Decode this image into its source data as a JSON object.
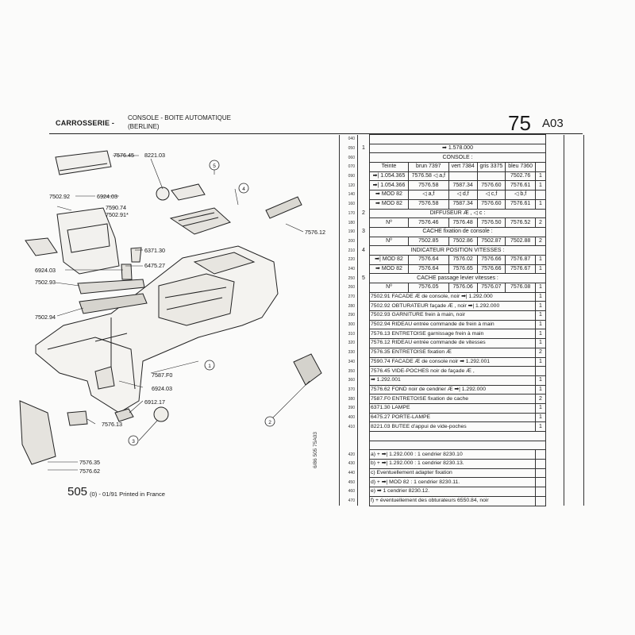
{
  "header": {
    "section": "CARROSSERIE -",
    "subtitle_1": "CONSOLE - BOITE AUTOMATIQUE",
    "subtitle_2": "(BERLINE)",
    "group": "75",
    "page": "A03"
  },
  "diagram": {
    "callouts": [
      {
        "num": "5"
      },
      {
        "num": "4"
      },
      {
        "num": "1"
      },
      {
        "num": "2"
      },
      {
        "num": "3"
      }
    ],
    "labels": [
      "7576.45",
      "8221.03",
      "7502.92",
      "6924.03",
      "7590.74",
      "7502.91*",
      "6371.30",
      "6475.27",
      "6924.03",
      "7502.93",
      "7502.94",
      "7576.12",
      "7587.F0",
      "6924.03",
      "6912.17",
      "7576.13",
      "7576.35",
      "7576.62"
    ]
  },
  "footer": {
    "model": "505",
    "print": "(0) - 01/91 Printed in France",
    "vertical_note": "6/86  505  75A03"
  },
  "rows": [
    {
      "ln": "040",
      "it": "",
      "type": "plain",
      "text": "",
      "f": "",
      "g": ""
    },
    {
      "ln": "050",
      "it": "1",
      "type": "span",
      "text": "➡ 1.578.000",
      "f": "",
      "g": ""
    },
    {
      "ln": "060",
      "it": "",
      "type": "span",
      "text": "CONSOLE :",
      "f": "",
      "g": ""
    },
    {
      "ln": "070",
      "it": "",
      "type": "cells",
      "cells": [
        "Teinte",
        "brun 7397",
        "vert 7384",
        "gris 3375",
        "bleu 7360"
      ],
      "q": "",
      "f": "",
      "g": ""
    },
    {
      "ln": "090",
      "it": "",
      "type": "cells",
      "cells": [
        "➡| 1.054.365",
        "7576.58 ◁ a,f",
        "",
        "",
        "7502.76"
      ],
      "q": "1",
      "f": "",
      "g": ""
    },
    {
      "ln": "120",
      "it": "",
      "type": "cells",
      "cells": [
        "➡| 1.054.366",
        "7576.58",
        "7587.34",
        "7576.60",
        "7576.61"
      ],
      "q": "1",
      "f": "",
      "g": ""
    },
    {
      "ln": "140",
      "it": "",
      "type": "cells",
      "cells": [
        "➡ MOD 82",
        "◁ a,f",
        "◁ d,f",
        "◁ c,f",
        "◁ b,f"
      ],
      "q": "",
      "f": "",
      "g": ""
    },
    {
      "ln": "160",
      "it": "",
      "type": "cells",
      "cells": [
        "➡ MOD 82",
        "7576.58",
        "7587.34",
        "7576.60",
        "7576.61"
      ],
      "q": "1",
      "f": "",
      "g": ""
    },
    {
      "ln": "170",
      "it": "2",
      "type": "span",
      "text": "DIFFUSEUR Æ , ◁ c :",
      "f": "",
      "g": ""
    },
    {
      "ln": "180",
      "it": "",
      "type": "cells",
      "cells": [
        "Nº",
        "7576.46",
        "7576.48",
        "7576.50",
        "7576.52"
      ],
      "q": "2",
      "f": "",
      "g": ""
    },
    {
      "ln": "190",
      "it": "3",
      "type": "span",
      "text": "CACHE fixation de console :",
      "f": "",
      "g": ""
    },
    {
      "ln": "200",
      "it": "",
      "type": "cells",
      "cells": [
        "Nº",
        "7502.85",
        "7502.86",
        "7502.87",
        "7502.88"
      ],
      "q": "2",
      "f": "",
      "g": ""
    },
    {
      "ln": "210",
      "it": "4",
      "type": "span",
      "text": "INDICATEUR POSITION VITESSES :",
      "f": "",
      "g": ""
    },
    {
      "ln": "220",
      "it": "",
      "type": "cells",
      "cells": [
        "➡| MOD 82",
        "7576.64",
        "7576.02",
        "7576.66",
        "7576.87"
      ],
      "q": "1",
      "f": "",
      "g": ""
    },
    {
      "ln": "240",
      "it": "",
      "type": "cells",
      "cells": [
        "➡ MOD 82",
        "7576.64",
        "7576.65",
        "7576.66",
        "7576.67"
      ],
      "q": "1",
      "f": "",
      "g": ""
    },
    {
      "ln": "250",
      "it": "5",
      "type": "span",
      "text": "CACHE passage levier vitesses :",
      "f": "",
      "g": ""
    },
    {
      "ln": "260",
      "it": "",
      "type": "cells",
      "cells": [
        "Nº",
        "7576.05",
        "7576.06",
        "7576.07",
        "7576.08"
      ],
      "q": "1",
      "f": "",
      "g": ""
    },
    {
      "ln": "270",
      "it": "",
      "type": "desc",
      "text": "7502.91 FACADE Æ de console, noir ➡| 1.292.000",
      "q": "1",
      "f": "",
      "g": ""
    },
    {
      "ln": "280",
      "it": "",
      "type": "desc",
      "text": "7502.92 OBTURATEUR façade Æ , noir ➡| 1.292.000",
      "q": "1",
      "f": "",
      "g": ""
    },
    {
      "ln": "290",
      "it": "",
      "type": "desc",
      "text": "7502.93 GARNITURE frein à main, noir",
      "q": "1",
      "f": "",
      "g": ""
    },
    {
      "ln": "300",
      "it": "",
      "type": "desc",
      "text": "7502.94 RIDEAU entrée commande de frein à main",
      "q": "1",
      "f": "",
      "g": ""
    },
    {
      "ln": "310",
      "it": "",
      "type": "desc",
      "text": "7576.13 ENTRETOISE garnissage frein à main",
      "q": "1",
      "f": "",
      "g": ""
    },
    {
      "ln": "320",
      "it": "",
      "type": "desc",
      "text": "7576.12 RIDEAU entrée commande de vitesses",
      "q": "1",
      "f": "",
      "g": ""
    },
    {
      "ln": "330",
      "it": "",
      "type": "desc",
      "text": "7576.35 ENTRETOISE fixation Æ",
      "q": "2",
      "f": "",
      "g": ""
    },
    {
      "ln": "340",
      "it": "",
      "type": "desc",
      "text": "7590.74 FACADE Æ de console noir ➡ 1.292.001",
      "q": "1",
      "f": "",
      "g": ""
    },
    {
      "ln": "350",
      "it": "",
      "type": "desc",
      "text": "7576.45 VIDE-POCHES noir de façade Æ ,",
      "q": "",
      "f": "",
      "g": ""
    },
    {
      "ln": "360",
      "it": "",
      "type": "desc",
      "text": "➡ 1.292.001",
      "q": "1",
      "f": "",
      "g": ""
    },
    {
      "ln": "370",
      "it": "",
      "type": "desc",
      "text": "7576.62 FOND noir de cendrier Æ ➡| 1.292.000",
      "q": "1",
      "f": "",
      "g": ""
    },
    {
      "ln": "380",
      "it": "",
      "type": "desc",
      "text": "7587.F0 ENTRETOISE fixation de cache",
      "q": "2",
      "f": "",
      "g": ""
    },
    {
      "ln": "390",
      "it": "",
      "type": "desc",
      "text": "6371.30 LAMPE",
      "q": "1",
      "f": "",
      "g": ""
    },
    {
      "ln": "400",
      "it": "",
      "type": "desc",
      "text": "6475.27 PORTE-LAMPE",
      "q": "1",
      "f": "",
      "g": ""
    },
    {
      "ln": "410",
      "it": "",
      "type": "desc",
      "text": "8221.03 BUTEE d'appui de vide-poches",
      "q": "1",
      "f": "",
      "g": ""
    },
    {
      "ln": "",
      "it": "",
      "type": "plain",
      "text": "",
      "f": "",
      "g": ""
    },
    {
      "ln": "",
      "it": "",
      "type": "plain",
      "text": "",
      "f": "",
      "g": ""
    },
    {
      "ln": "420",
      "it": "",
      "type": "desc",
      "text": "a)  +  ➡| 1.292.000 : 1 cendrier 8230.10",
      "q": "",
      "f": "",
      "g": ""
    },
    {
      "ln": "430",
      "it": "",
      "type": "desc",
      "text": "b)  +  ➡| 1.292.000 : 1 cendrier 8230.13.",
      "q": "",
      "f": "",
      "g": ""
    },
    {
      "ln": "440",
      "it": "",
      "type": "desc",
      "text": "c)  Eventuellement adapter fixation",
      "q": "",
      "f": "",
      "g": ""
    },
    {
      "ln": "450",
      "it": "",
      "type": "desc",
      "text": "d)  +  ➡| MOD 82 : 1 cendrier 8230.11.",
      "q": "",
      "f": "",
      "g": ""
    },
    {
      "ln": "460",
      "it": "",
      "type": "desc",
      "text": "e)  ➡ 1 cendrier 8230.12.",
      "q": "",
      "f": "",
      "g": ""
    },
    {
      "ln": "470",
      "it": "",
      "type": "desc",
      "text": "f)  +  éventuellement des obturateurs 6550.84, noir",
      "q": "",
      "f": "",
      "g": ""
    }
  ]
}
